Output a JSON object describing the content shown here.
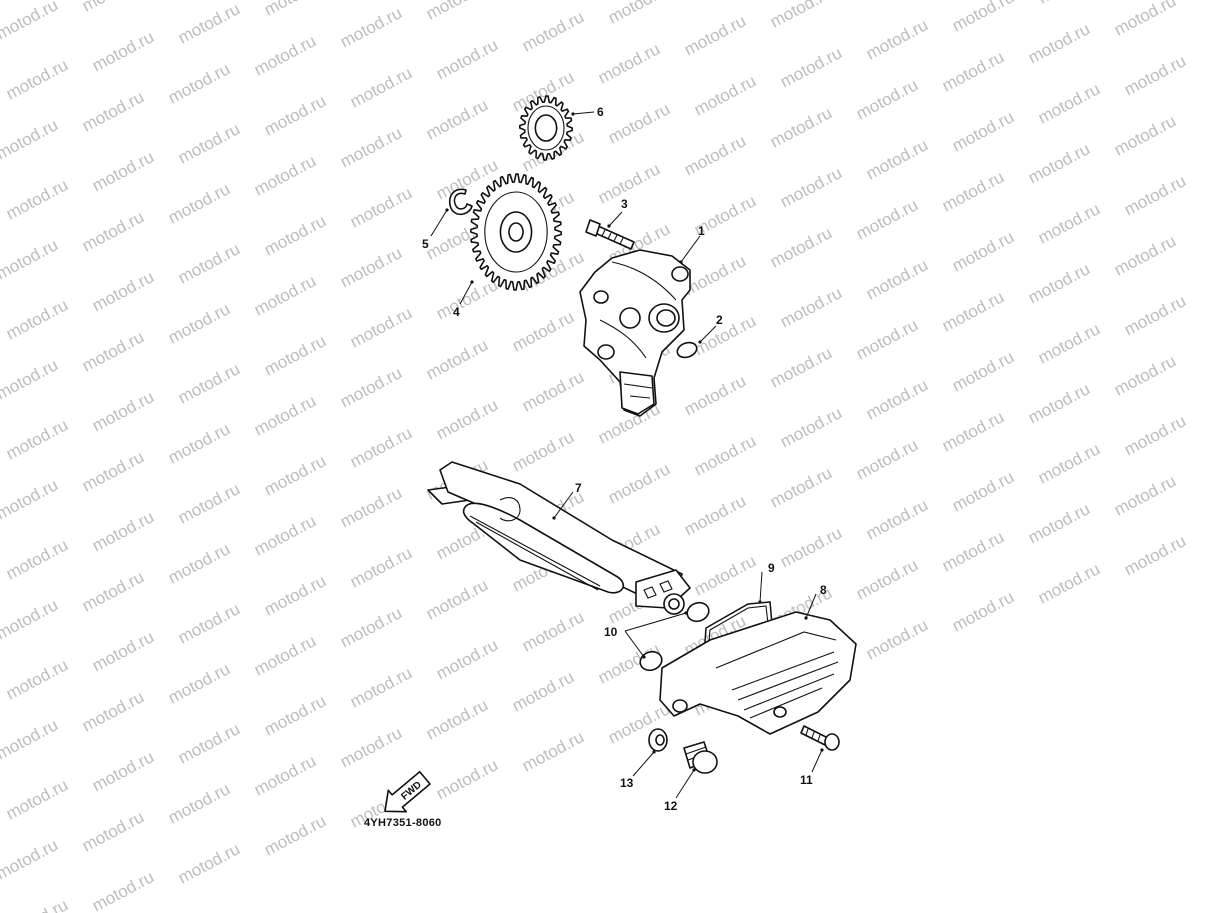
{
  "watermark": {
    "text": "motod.ru"
  },
  "diagram": {
    "callouts": [
      {
        "id": "c1",
        "label": "1"
      },
      {
        "id": "c2",
        "label": "2"
      },
      {
        "id": "c3",
        "label": "3"
      },
      {
        "id": "c4",
        "label": "4"
      },
      {
        "id": "c5",
        "label": "5"
      },
      {
        "id": "c6",
        "label": "6"
      },
      {
        "id": "c7",
        "label": "7"
      },
      {
        "id": "c8",
        "label": "8"
      },
      {
        "id": "c9",
        "label": "9"
      },
      {
        "id": "c10",
        "label": "10"
      },
      {
        "id": "c11",
        "label": "11"
      },
      {
        "id": "c12",
        "label": "12"
      },
      {
        "id": "c13",
        "label": "13"
      }
    ],
    "fwd_label": "FWD",
    "drawing_code": "4YH7351-8060"
  },
  "colors": {
    "line": "#111111",
    "watermark": "#bdbdbd",
    "background": "#ffffff"
  }
}
